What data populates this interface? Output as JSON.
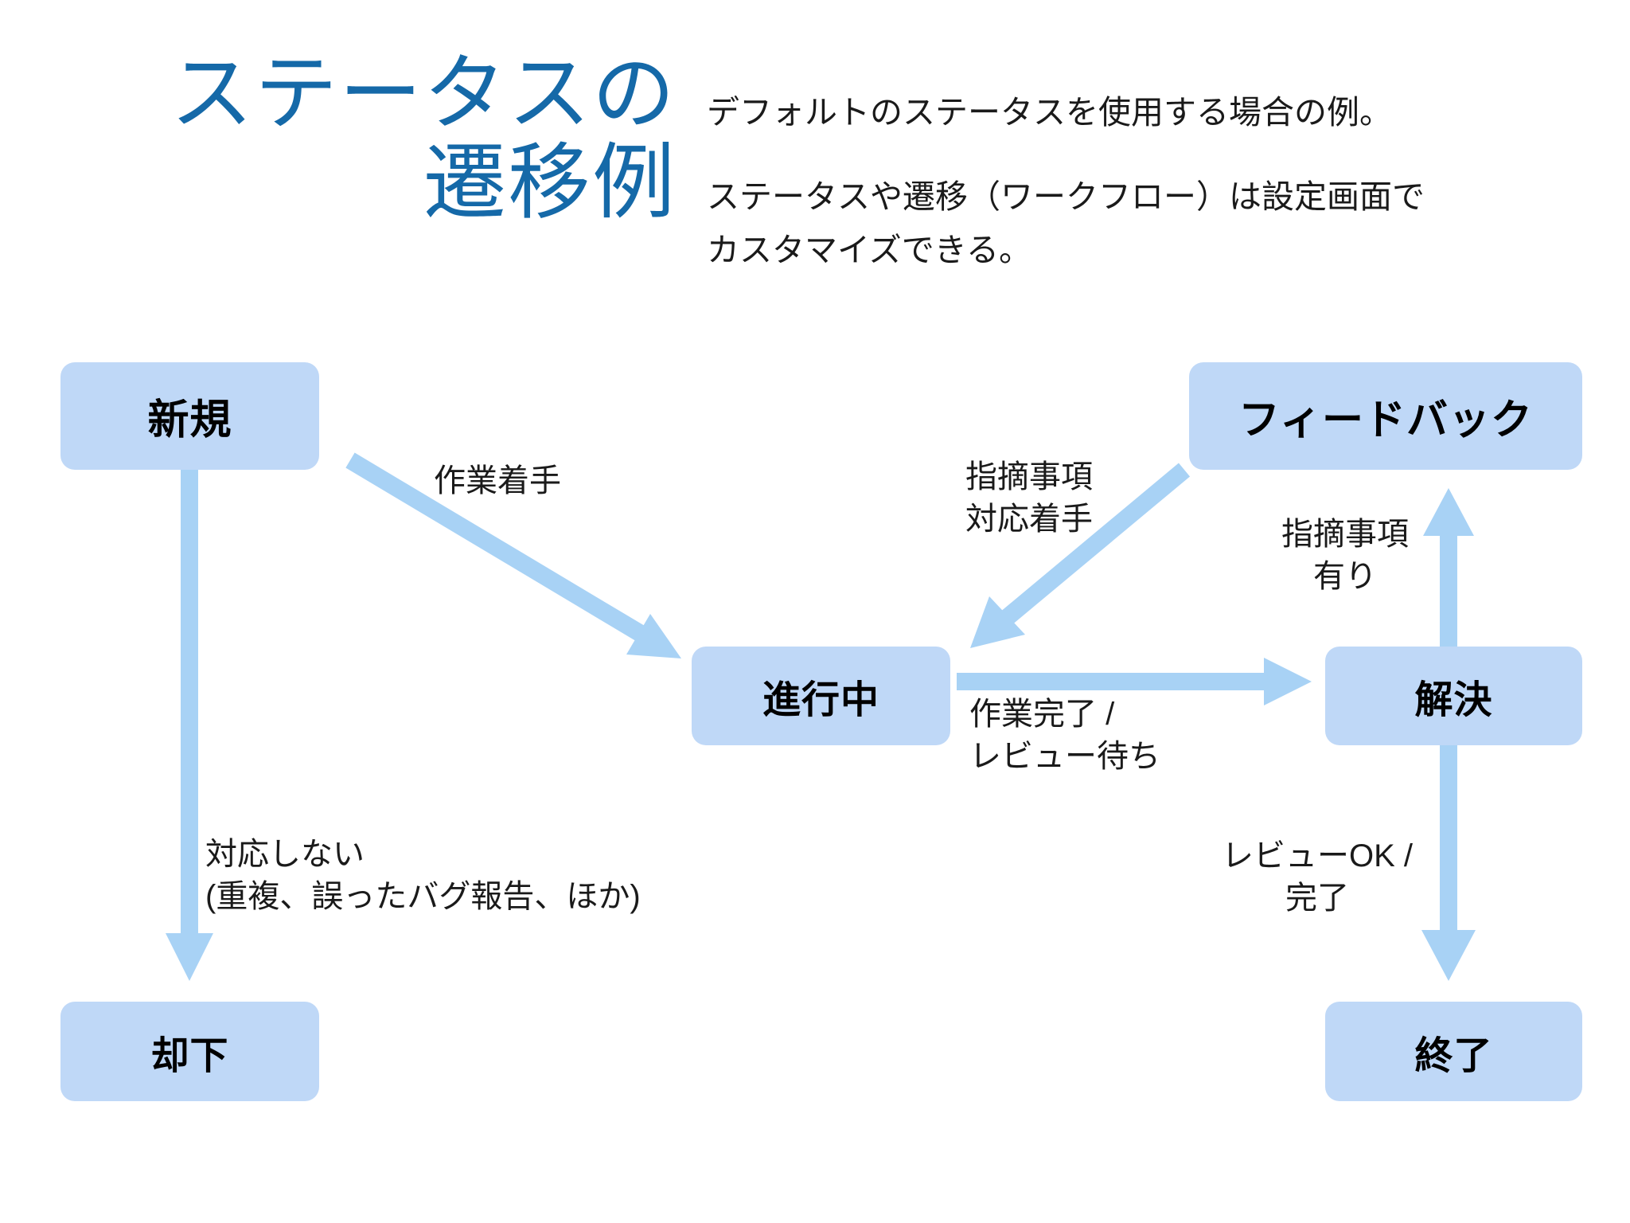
{
  "header": {
    "title": "ステータスの\n遷移例",
    "title_color": "#1569a8",
    "description": {
      "para1": "デフォルトのステータスを使用する場合の例。",
      "para2_line1": "ステータスや遷移（ワークフロー）は設定画面で",
      "para2_line2": "カスタマイズできる。"
    }
  },
  "palette": {
    "node_fill": "#bfd8f7",
    "arrow": "#a8d2f5",
    "text": "#1a1a1a",
    "background": "#ffffff"
  },
  "diagram": {
    "type": "state-transition",
    "nodes": [
      {
        "id": "new",
        "label": "新規"
      },
      {
        "id": "feedback",
        "label": "フィードバック"
      },
      {
        "id": "progress",
        "label": "進行中"
      },
      {
        "id": "resolved",
        "label": "解決"
      },
      {
        "id": "rejected",
        "label": "却下"
      },
      {
        "id": "closed",
        "label": "終了"
      }
    ],
    "edges": [
      {
        "id": "new-to-progress",
        "from": "new",
        "to": "progress",
        "label": "作業着手"
      },
      {
        "id": "feedback-to-progress",
        "from": "feedback",
        "to": "progress",
        "label": "指摘事項\n対応着手"
      },
      {
        "id": "progress-to-resolved",
        "from": "progress",
        "to": "resolved",
        "label": "作業完了 /\nレビュー待ち"
      },
      {
        "id": "resolved-to-feedback",
        "from": "resolved",
        "to": "feedback",
        "label": "指摘事項\n有り"
      },
      {
        "id": "resolved-to-closed",
        "from": "resolved",
        "to": "closed",
        "label": "レビューOK /\n完了"
      },
      {
        "id": "new-to-rejected",
        "from": "new",
        "to": "rejected",
        "label": "対応しない\n(重複、誤ったバグ報告、ほか)"
      }
    ]
  }
}
